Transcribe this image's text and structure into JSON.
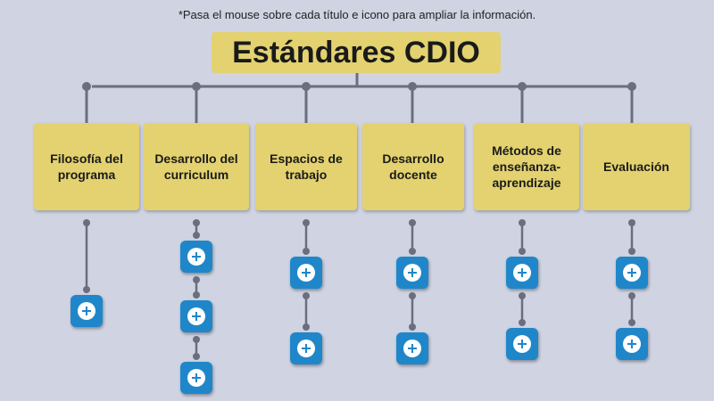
{
  "hint": "*Pasa el mouse sobre cada título e icono para ampliar la información.",
  "title": "Estándares CDIO",
  "colors": {
    "card": "#e3d26f",
    "icon": "#1f87c9",
    "line": "#6b6e7e",
    "background": "#cfd3e2"
  },
  "columns": [
    {
      "label": "Filosofía del programa",
      "icons": 1
    },
    {
      "label": "Desarrollo del curriculum",
      "icons": 3
    },
    {
      "label": "Espacios de trabajo",
      "icons": 2
    },
    {
      "label": "Desarrollo docente",
      "icons": 2
    },
    {
      "label": "Métodos de enseñanza-aprendizaje",
      "icons": 2
    },
    {
      "label": "Evaluación",
      "icons": 2
    }
  ],
  "icon_name": "plus-icon"
}
